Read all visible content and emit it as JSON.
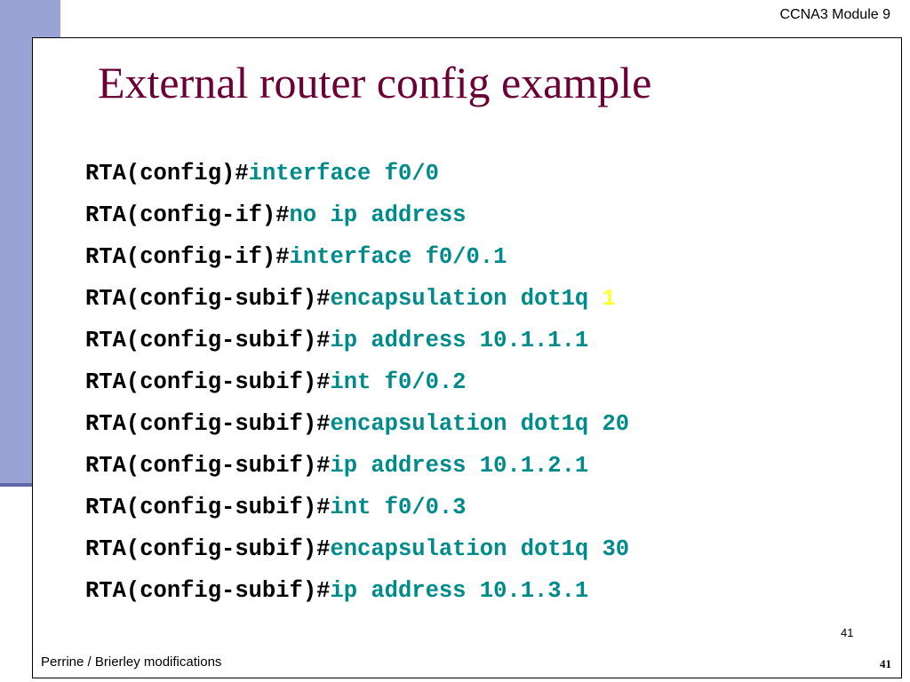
{
  "header": {
    "label": "CCNA3 Module 9"
  },
  "slide": {
    "title": "External router config example",
    "code_lines": [
      {
        "prompt": "RTA(config)#",
        "command": "interface f0/0",
        "accent": ""
      },
      {
        "prompt": "RTA(config-if)#",
        "command": "no ip address",
        "accent": ""
      },
      {
        "prompt": "RTA(config-if)#",
        "command": "interface f0/0.1",
        "accent": ""
      },
      {
        "prompt": "RTA(config-subif)#",
        "command": "encapsulation dot1q ",
        "accent": "1"
      },
      {
        "prompt": "RTA(config-subif)#",
        "command": "ip address 10.1.1.1",
        "accent": ""
      },
      {
        "prompt": "RTA(config-subif)#",
        "command": "int f0/0.2",
        "accent": ""
      },
      {
        "prompt": "RTA(config-subif)#",
        "command": "encapsulation dot1q 20",
        "accent": ""
      },
      {
        "prompt": "RTA(config-subif)#",
        "command": "ip address 10.1.2.1",
        "accent": ""
      },
      {
        "prompt": "RTA(config-subif)#",
        "command": "int f0/0.3",
        "accent": ""
      },
      {
        "prompt": "RTA(config-subif)#",
        "command": "encapsulation dot1q 30",
        "accent": ""
      },
      {
        "prompt": "RTA(config-subif)#",
        "command": "ip address 10.1.3.1",
        "accent": ""
      }
    ]
  },
  "footer": {
    "credit": "Perrine / Brierley modifications",
    "page_small": "41",
    "page_bold": "41"
  },
  "colors": {
    "title": "#6a0036",
    "command": "#008b8b",
    "accent": "#ffff33",
    "side_band": "#9aa3d6"
  }
}
